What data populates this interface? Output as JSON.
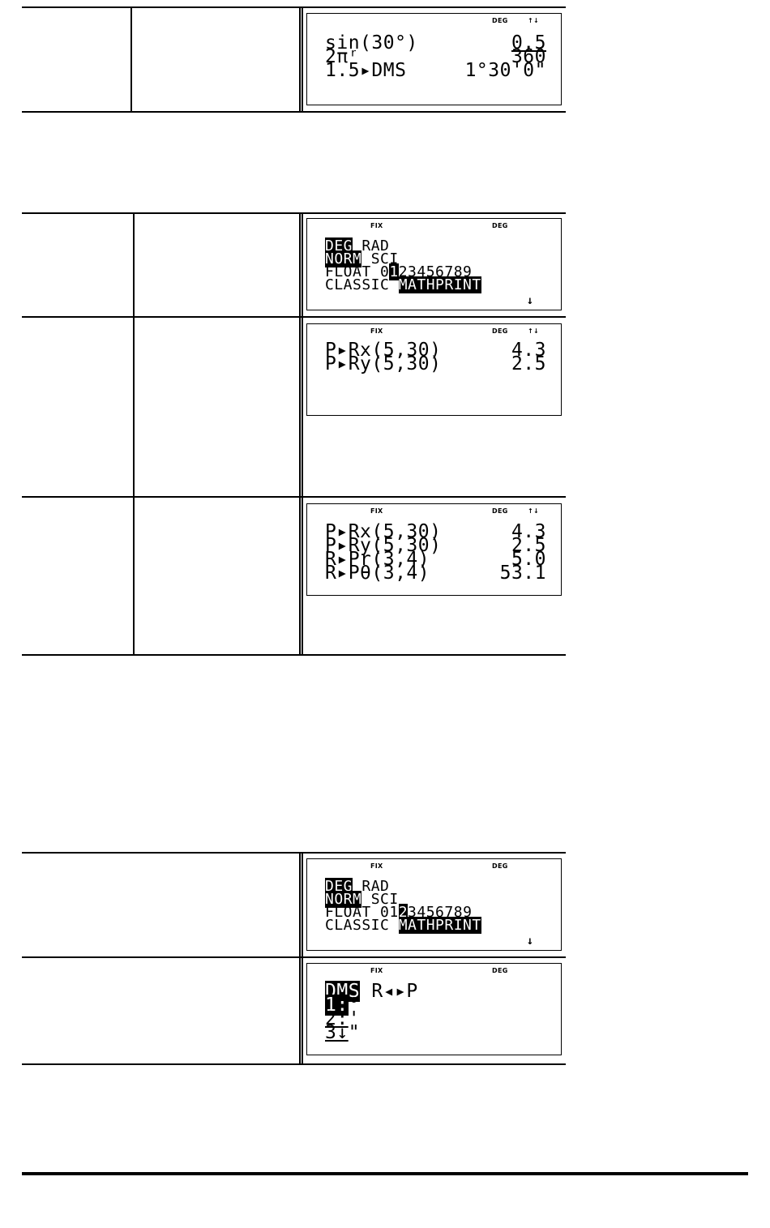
{
  "screens": {
    "s1": {
      "indicators": {
        "deg": "DEG",
        "arrows": "↑↓"
      },
      "rows": [
        {
          "left": "sin(30°)",
          "right": "0.5"
        },
        {
          "left": "2πʳ",
          "right": "360"
        },
        {
          "left": "1.5▸DMS",
          "right": "1°30'0\""
        }
      ]
    },
    "s2": {
      "indicators": {
        "fix": "FIX",
        "deg": "DEG"
      },
      "line1": {
        "selected": "DEG",
        "rest": " RAD"
      },
      "line2": {
        "selected": "NORM",
        "rest": " SCI"
      },
      "line3": {
        "prefix": "FLOAT 0",
        "selected": "1",
        "rest": "23456789"
      },
      "line4": {
        "prefix": "CLASSIC ",
        "selected": "MATHPRINT"
      },
      "more_arrow": "↓"
    },
    "s3": {
      "indicators": {
        "fix": "FIX",
        "deg": "DEG",
        "arrows": "↑↓"
      },
      "rows": [
        {
          "left": "P▸Rx(5,30)",
          "right": "4.3"
        },
        {
          "left": "P▸Ry(5,30)",
          "right": "2.5"
        }
      ]
    },
    "s4": {
      "indicators": {
        "fix": "FIX",
        "deg": "DEG",
        "arrows": "↑↓"
      },
      "rows": [
        {
          "left": "P▸Rx(5,30)",
          "right": "4.3"
        },
        {
          "left": "P▸Ry(5,30)",
          "right": "2.5"
        },
        {
          "left": "R▸Pr(3,4)",
          "right": "5.0"
        },
        {
          "left": "R▸Pθ(3,4)",
          "right": "53.1"
        }
      ]
    },
    "s5": {
      "indicators": {
        "fix": "FIX",
        "deg": "DEG"
      },
      "line1": {
        "selected": "DEG",
        "rest": " RAD"
      },
      "line2": {
        "selected": "NORM",
        "rest": " SCI"
      },
      "line3": {
        "prefix": "FLOAT 01",
        "selected": "2",
        "rest": "3456789"
      },
      "line4": {
        "prefix": "CLASSIC ",
        "selected": "MATHPRINT"
      },
      "more_arrow": "↓"
    },
    "s6": {
      "indicators": {
        "fix": "FIX",
        "deg": "DEG"
      },
      "tabs": {
        "selected": "DMS",
        "other": " R◂▸P"
      },
      "items": [
        {
          "num": "1:",
          "sym": "°"
        },
        {
          "num": "2:",
          "sym": "'"
        },
        {
          "num": "3↓",
          "sym": "\""
        }
      ]
    }
  }
}
